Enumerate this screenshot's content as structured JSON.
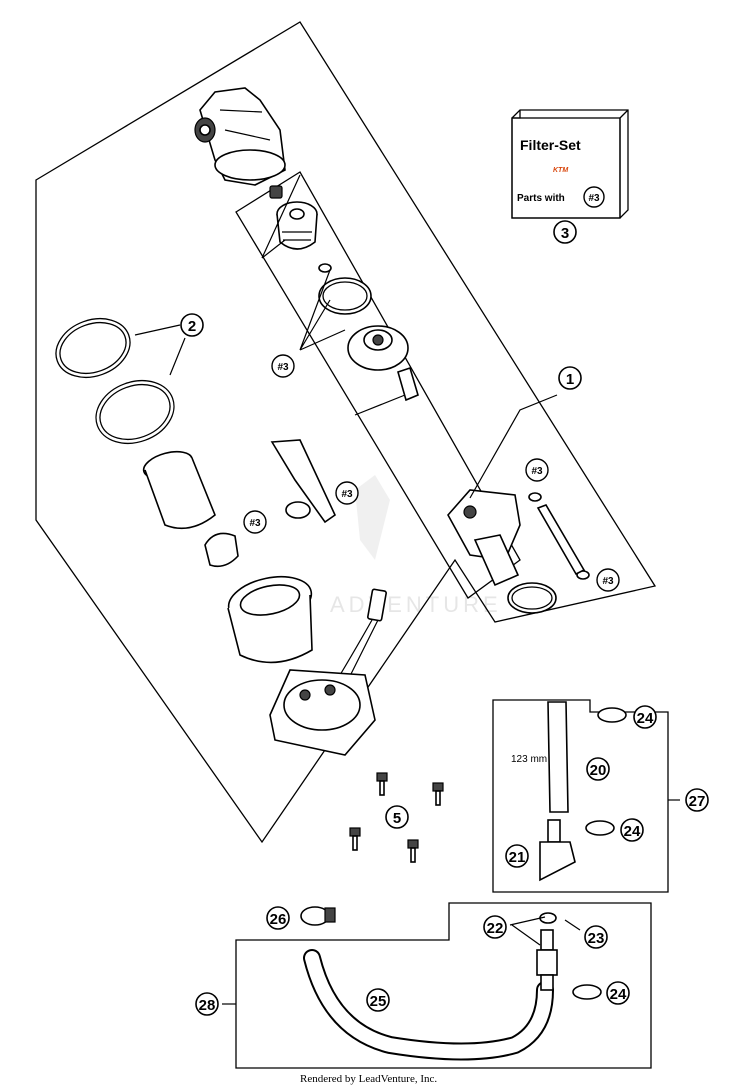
{
  "callouts": {
    "c1": "1",
    "c2": "2",
    "c3": "3",
    "c5": "5",
    "c20": "20",
    "c21": "21",
    "c22": "22",
    "c23": "23",
    "c24a": "24",
    "c24b": "24",
    "c24c": "24",
    "c25": "25",
    "c26": "26",
    "c27": "27",
    "c28": "28"
  },
  "filter_ref": {
    "r1": "#3",
    "r2": "#3",
    "r3": "#3",
    "r4": "#3",
    "r5": "#3"
  },
  "filter_set_box": {
    "title": "Filter-Set",
    "brand": "KTM",
    "parts_with": "Parts with",
    "ref": "#3"
  },
  "dimension_label": "123 mm",
  "watermark": "ADVENTURE",
  "footer": "Rendered by LeadVenture, Inc."
}
